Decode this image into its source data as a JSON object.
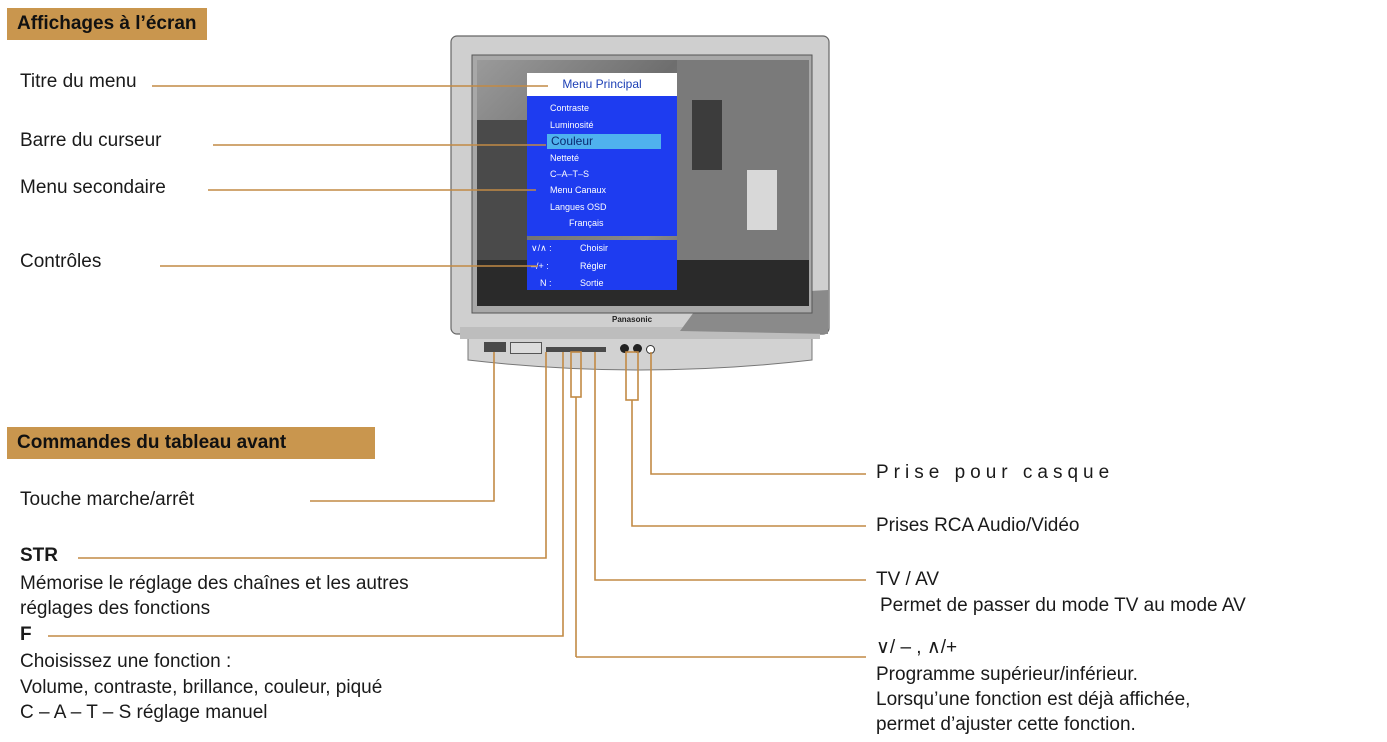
{
  "sections": {
    "osd": "Affichages à l’écran",
    "front": "Commandes du tableau avant"
  },
  "osd_labels": {
    "menu_title": "Titre du menu",
    "cursor_bar": "Barre du curseur",
    "sub_menu": "Menu secondaire",
    "controls": "Contrôles"
  },
  "tv_menu": {
    "title": "Menu Principal",
    "items": [
      "Contraste",
      "Luminosité",
      "Couleur",
      "Netteté",
      "C–A–T–S",
      "Menu Canaux",
      "Langues OSD",
      "Français"
    ],
    "controls": [
      {
        "key": "∨/∧ :",
        "action": "Choisir"
      },
      {
        "key": "–/+ :",
        "action": "Régler"
      },
      {
        "key": "N :",
        "action": "Sortie"
      }
    ]
  },
  "tv_brand": "Panasonic",
  "front_controls": {
    "power": "Touche marche/arrêt",
    "str_title": "STR",
    "str_desc_1": "Mémorise le réglage des chaînes et les autres",
    "str_desc_2": "réglages des fonctions",
    "f_title": "F",
    "f_desc_1": "Choisissez une fonction :",
    "f_desc_2": "Volume, contraste, brillance, couleur, piqué",
    "f_desc_3": "C – A – T – S réglage manuel"
  },
  "right_controls": {
    "headphone": "Prise pour casque",
    "rca": "Prises RCA Audio/Vidéo",
    "tvav_title": "TV / AV",
    "tvav_desc": "Permet de passer du mode TV au mode AV",
    "prog_title": "∨/ – , ∧/+",
    "prog_desc_1": "Programme supérieur/inférieur.",
    "prog_desc_2": "Lorsqu’une fonction est déjà affichée,",
    "prog_desc_3": "permet d’ajuster cette fonction."
  },
  "colors": {
    "header_bg": "#c9964e",
    "leader_line": "#c28a45",
    "menu_blue": "#1e3cf0",
    "cursor_cyan": "#4fb2ee"
  }
}
